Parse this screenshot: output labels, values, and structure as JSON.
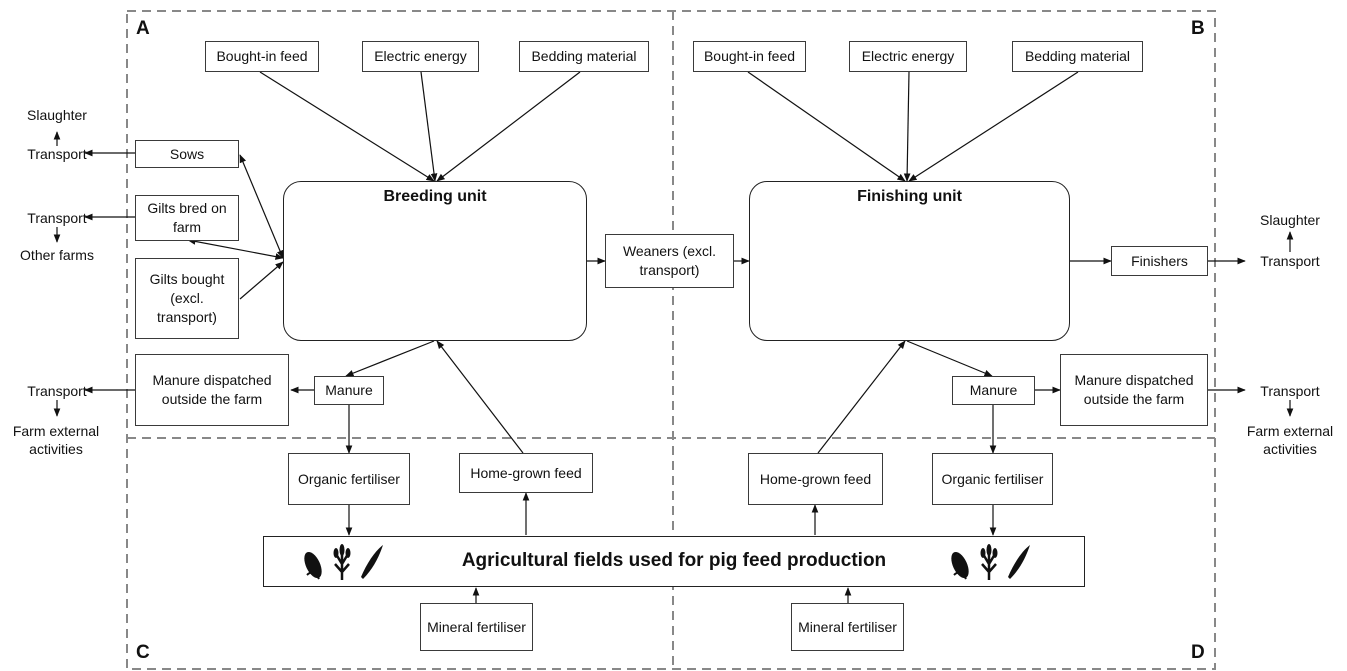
{
  "quadrants": {
    "a": "A",
    "b": "B",
    "c": "C",
    "d": "D"
  },
  "breeding": {
    "title": "Breeding unit",
    "inputs": {
      "feed": "Bought-in feed",
      "energy": "Electric energy",
      "bedding": "Bedding material"
    },
    "sows": "Sows",
    "gilts_bred": "Gilts bred on farm",
    "gilts_bought": "Gilts bought (excl. transport)",
    "manure": "Manure",
    "manure_dispatched": "Manure dispatched outside the farm"
  },
  "weaners": "Weaners (excl. transport)",
  "finishing": {
    "title": "Finishing unit",
    "inputs": {
      "feed": "Bought-in feed",
      "energy": "Electric energy",
      "bedding": "Bedding material"
    },
    "finishers": "Finishers",
    "manure": "Manure",
    "manure_dispatched": "Manure dispatched outside the farm"
  },
  "left_outputs": {
    "slaughter": "Slaughter",
    "transport_1": "Transport",
    "transport_2": "Transport",
    "other_farms": "Other farms",
    "transport_3": "Transport",
    "farm_external": "Farm external activities"
  },
  "right_outputs": {
    "slaughter": "Slaughter",
    "transport_1": "Transport",
    "transport_2": "Transport",
    "farm_external": "Farm external activities"
  },
  "fields": {
    "label": "Agricultural fields used for pig feed production",
    "left_organic": "Organic fertiliser",
    "left_homegrown": "Home-grown feed",
    "left_mineral": "Mineral fertiliser",
    "right_homegrown": "Home-grown feed",
    "right_organic": "Organic fertiliser",
    "right_mineral": "Mineral fertiliser"
  }
}
